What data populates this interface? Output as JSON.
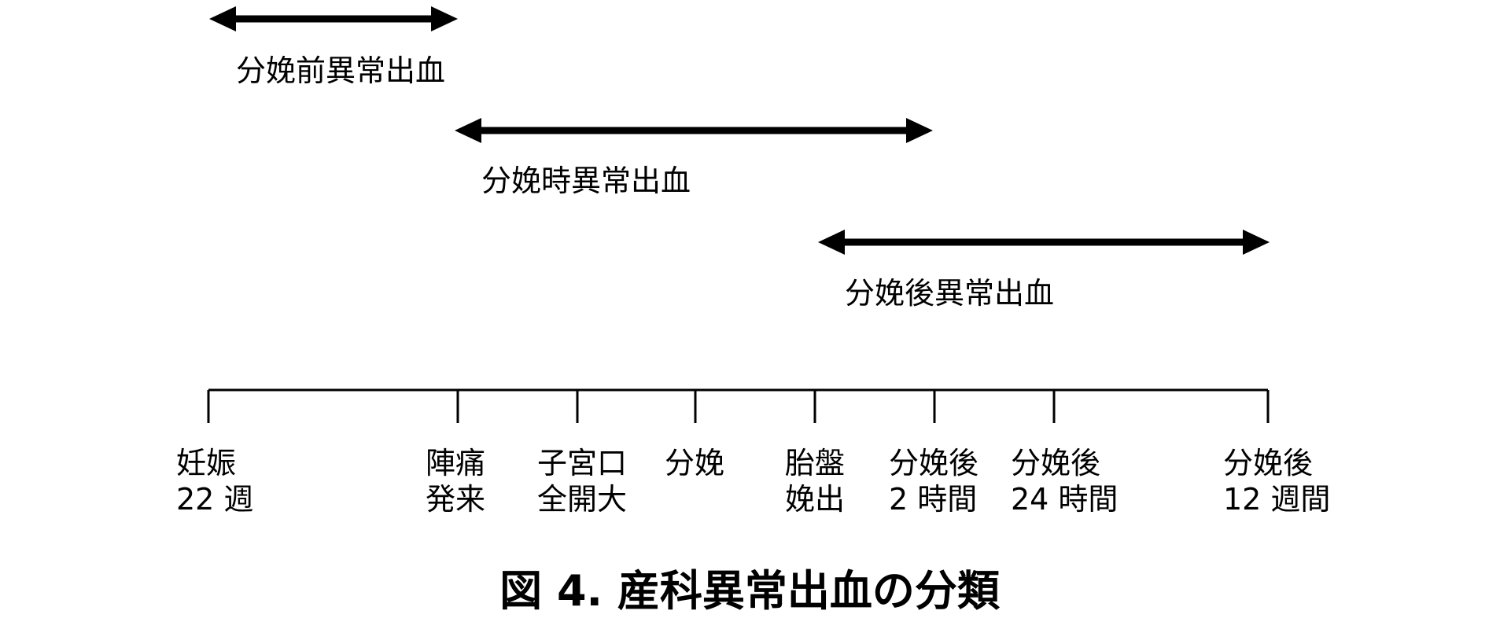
{
  "ranges": [
    {
      "label": "分娩前異常出血",
      "from_stage": 0,
      "to_stage": 1
    },
    {
      "label": "分娩時異常出血",
      "from_stage": 1,
      "to_stage": 5
    },
    {
      "label": "分娩後異常出血",
      "from_stage": 4,
      "to_stage": 7
    }
  ],
  "timeline": {
    "stages": [
      {
        "lines": [
          "妊娠",
          "22 週"
        ]
      },
      {
        "lines": [
          "陣痛",
          "発来"
        ]
      },
      {
        "lines": [
          "子宮口",
          "全開大"
        ]
      },
      {
        "lines": [
          "分娩"
        ]
      },
      {
        "lines": [
          "胎盤",
          "娩出"
        ]
      },
      {
        "lines": [
          "分娩後",
          "2 時間"
        ]
      },
      {
        "lines": [
          "分娩後",
          "24 時間"
        ]
      },
      {
        "lines": [
          "分娩後",
          "12 週間"
        ]
      }
    ]
  },
  "caption": "図 4.  産科異常出血の分類",
  "colors": {
    "ink": "#000000",
    "background": "#ffffff"
  }
}
